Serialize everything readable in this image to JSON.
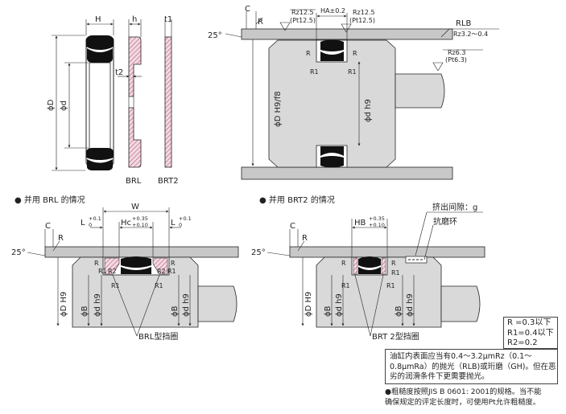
{
  "top_left": {
    "H": "H",
    "h": "h",
    "t1": "t1",
    "t2": "t2",
    "phiD": "ϕD",
    "phid": "ϕd",
    "brl": "BRL",
    "brt2": "BRT2"
  },
  "top_right": {
    "C": "C",
    "R": "R",
    "angle": "25°",
    "rz125_a": "Rz12.5",
    "pt125_a": "(Pt12.5)",
    "ha": "HA±0.2",
    "rz125_b": "Rz12.5",
    "pt125_b": "(Pt12.5)",
    "rlb": "RLB",
    "rz32": "Rz3.2～0.4",
    "rz63": "Rz6.3",
    "pt63": "(Pt6.3)",
    "R_l": "R",
    "R_r": "R",
    "R1_l": "R1",
    "R1_r": "R1",
    "phiD_h9": "ϕD H9/f8",
    "phid_h9": "ϕd h9"
  },
  "brl_case": {
    "heading": "● 并用 BRL 的情况",
    "W": "W",
    "L_left": "L",
    "L_left_tol": "+0.1",
    "L_left_tol2": "0",
    "Hc": "Hc",
    "Hc_tol1": "+0.35",
    "Hc_tol2": "+0.10",
    "L_right": "L",
    "L_right_tol": "+0.1",
    "L_right_tol2": "0",
    "C": "C",
    "R": "R",
    "angle": "25°",
    "R1": "R1",
    "R2": "R2",
    "R_b": "R",
    "R1_b": "R1",
    "R1_c": "R1",
    "R2_b": "R2",
    "R1_d": "R1",
    "R_c": "R",
    "phiD_H9": "ϕD H9",
    "phiB": "ϕB",
    "phid_h9": "ϕd h9",
    "phiB_r": "ϕB",
    "phid_r": "ϕd h9",
    "callout": "BRL型挡圈"
  },
  "brt_case": {
    "heading": "● 并用 BRT2 的情况",
    "HB": "HB",
    "HB_tol1": "+0.35",
    "HB_tol2": "+0.10",
    "C": "C",
    "R": "R",
    "angle": "25°",
    "R1": "R1",
    "R_a": "R",
    "R1_b": "R1",
    "R_b": "R",
    "R1_c": "R1",
    "extrusion": "挤出间隙：g",
    "wear_ring": "抗磨环",
    "phiD_H9": "ϕD H9",
    "phiB": "ϕB",
    "phid_h9": "ϕd h9",
    "phiB_r": "ϕB",
    "phid_r": "ϕd h9",
    "callout": "BRT 2型挡圈"
  },
  "radius_box": {
    "line1": "R =0.3以下",
    "line2": "R1=0.4以下",
    "line3": "R2=0.2"
  },
  "note_box": {
    "line1": "油缸内表面应当有0.4～3.2μmRz（0.1～",
    "line2": "0.8μmRa）的抛光（RLB)或珩磨（GH)。但在恶",
    "line3": "劣的润滑条件下更需要抛光。"
  },
  "footnote": {
    "line1": "●粗糙度按照JIS B 0601: 2001的规格。当不能",
    "line2": "确保规定的评定长度时，可使用Pt允许粗糙度。"
  },
  "colors": {
    "body_gray": "#d9d9d9",
    "housing_gray": "#c8c8c8",
    "seal_black": "#111111",
    "ring_pink": "#d9a3b4",
    "line": "#222222"
  }
}
